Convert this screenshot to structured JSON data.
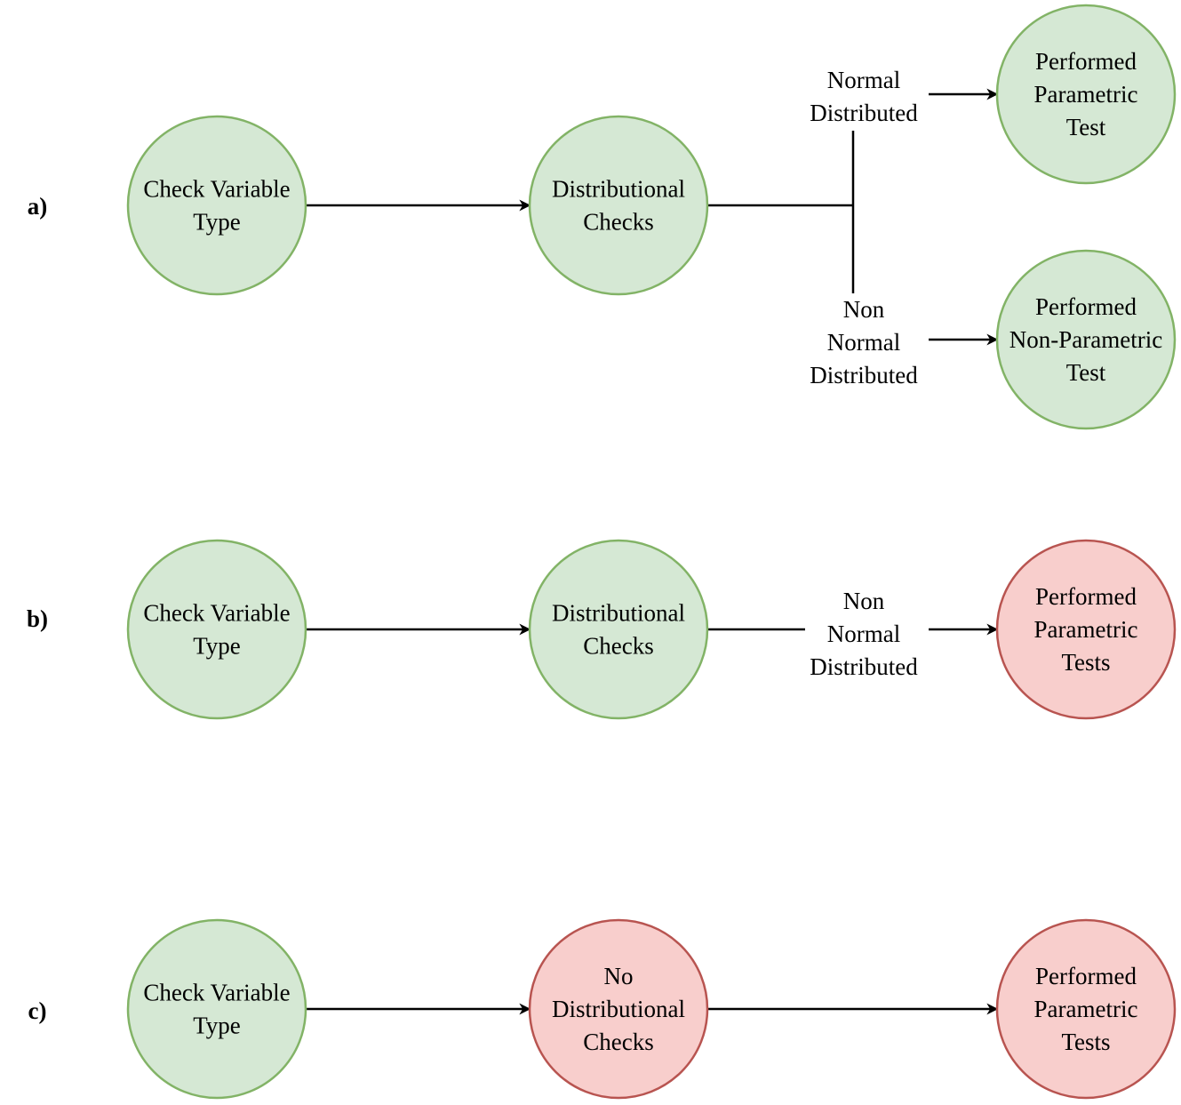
{
  "colors": {
    "ok_fill": "#d5e8d4",
    "ok_stroke": "#82b366",
    "bad_fill": "#f8cecc",
    "bad_stroke": "#b85450",
    "line": "#000000"
  },
  "panels": [
    {
      "label": "a)",
      "nodes": [
        {
          "id": "a-check",
          "status": "ok",
          "lines": [
            "Check Variable",
            "Type"
          ]
        },
        {
          "id": "a-dist",
          "status": "ok",
          "lines": [
            "Distributional",
            "Checks"
          ]
        },
        {
          "id": "a-param",
          "status": "ok",
          "lines": [
            "Performed",
            "Parametric",
            "Test"
          ]
        },
        {
          "id": "a-nonparam",
          "status": "ok",
          "lines": [
            "Performed",
            "Non-Parametric",
            "Test"
          ]
        }
      ],
      "edge_labels": [
        {
          "id": "a-normal",
          "lines": [
            "Normal",
            "Distributed"
          ]
        },
        {
          "id": "a-nonnormal",
          "lines": [
            "Non",
            "Normal",
            "Distributed"
          ]
        }
      ]
    },
    {
      "label": "b)",
      "nodes": [
        {
          "id": "b-check",
          "status": "ok",
          "lines": [
            "Check Variable",
            "Type"
          ]
        },
        {
          "id": "b-dist",
          "status": "ok",
          "lines": [
            "Distributional",
            "Checks"
          ]
        },
        {
          "id": "b-param",
          "status": "bad",
          "lines": [
            "Performed",
            "Parametric",
            "Tests"
          ]
        }
      ],
      "edge_labels": [
        {
          "id": "b-nonnormal",
          "lines": [
            "Non",
            "Normal",
            "Distributed"
          ]
        }
      ]
    },
    {
      "label": "c)",
      "nodes": [
        {
          "id": "c-check",
          "status": "ok",
          "lines": [
            "Check Variable",
            "Type"
          ]
        },
        {
          "id": "c-nodist",
          "status": "bad",
          "lines": [
            "No",
            "Distributional",
            "Checks"
          ]
        },
        {
          "id": "c-param",
          "status": "bad",
          "lines": [
            "Performed",
            "Parametric",
            "Tests"
          ]
        }
      ],
      "edge_labels": []
    }
  ]
}
